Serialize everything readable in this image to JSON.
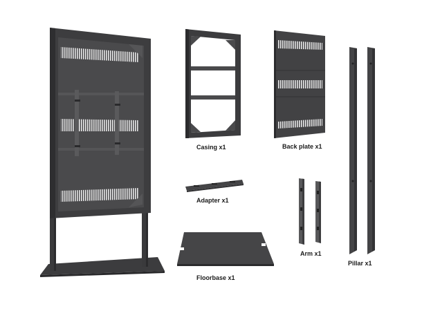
{
  "components": {
    "casing": {
      "label": "Casing x1"
    },
    "backplate": {
      "label": "Back plate x1"
    },
    "adapter": {
      "label": "Adapter x1"
    },
    "arm": {
      "label": "Arm x1"
    },
    "floorbase": {
      "label": "Floorbase x1"
    },
    "pillar": {
      "label": "Pillar x1"
    }
  },
  "colors": {
    "metal_dark": "#3a3a3c",
    "metal_mid": "#4a4a4c",
    "metal_light": "#5c5c5e",
    "vent": "#e9e9e9",
    "background": "#ffffff"
  }
}
